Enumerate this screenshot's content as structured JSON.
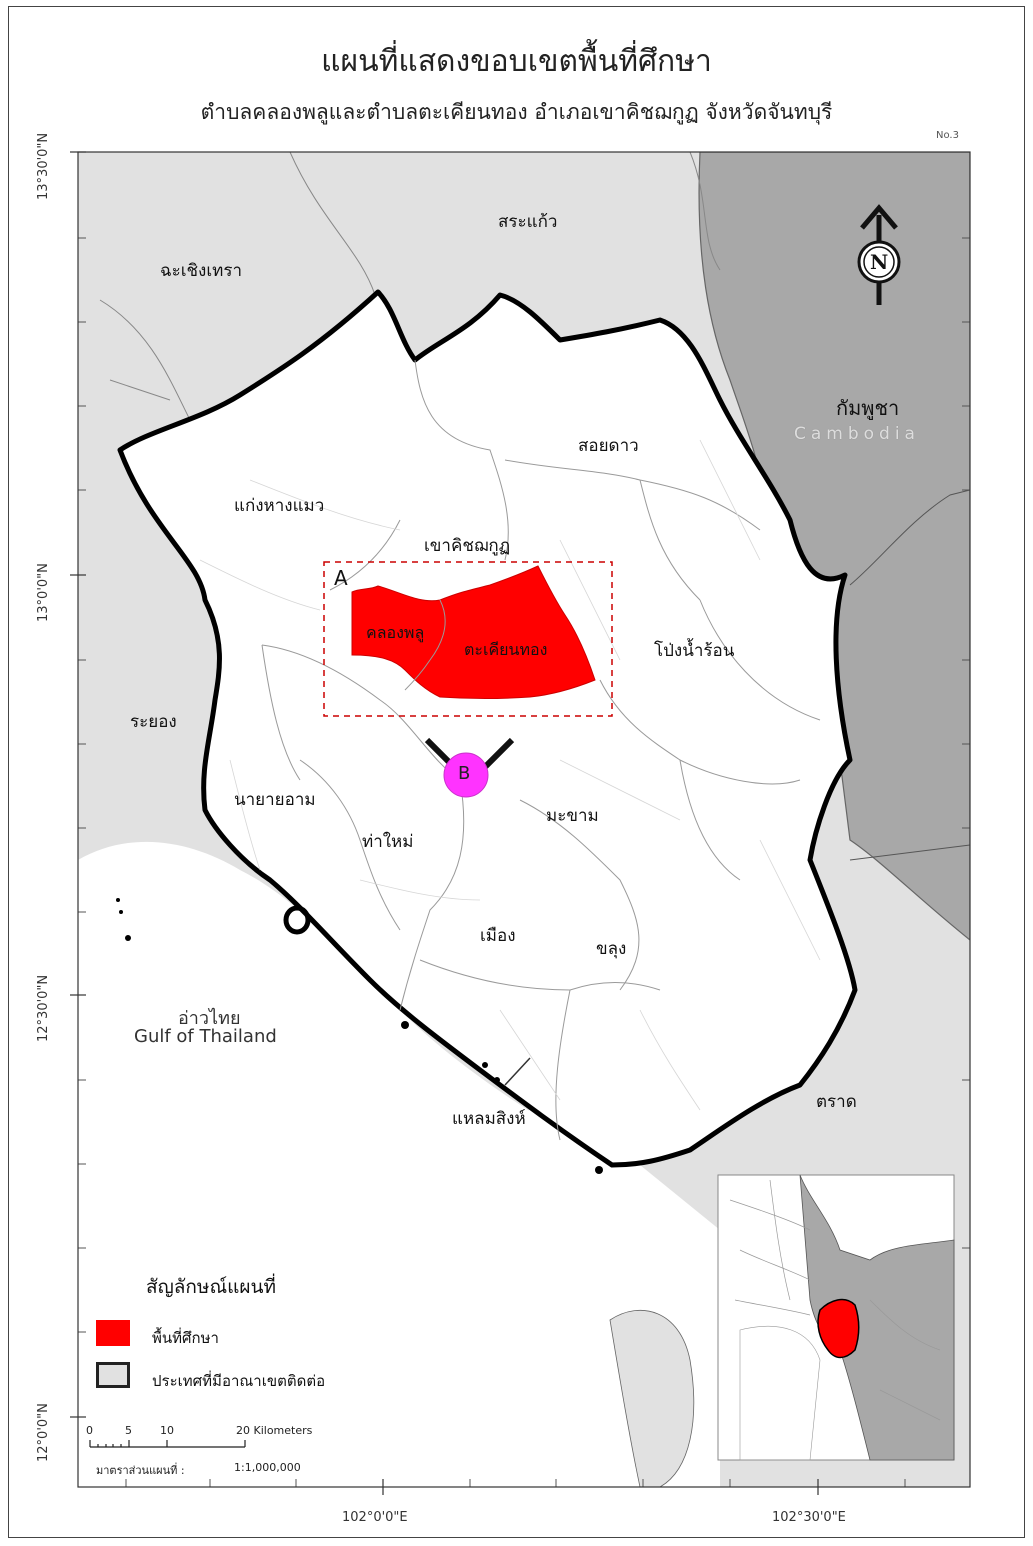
{
  "title": "แผนที่แสดงขอบเขตพื้นที่ศึกษา",
  "subtitle": "ตำบลคลองพลูและตำบลตะเคียนทอง อำเภอเขาคิชฌกูฏ จังหวัดจันทบุรี",
  "map_number": "No.3",
  "grid": {
    "lat_labels": [
      "13°30'0\"N",
      "13°0'0\"N",
      "12°30'0\"N",
      "12°0'0\"N"
    ],
    "lon_labels": [
      "102°0'0\"E",
      "102°30'0\"E"
    ]
  },
  "labels": {
    "sa_kaeo": "สระแก้ว",
    "chachoengsao": "ฉะเชิงเทรา",
    "cambodia_th": "กัมพูชา",
    "cambodia_en": "Cambodia",
    "soi_dao": "สอยดาว",
    "kaeng_hang_maeo": "แก่งหางแมว",
    "khao_khitchakut": "เขาคิชฌกูฏ",
    "khlong_phlu": "คลองพลู",
    "takhian_thong": "ตะเคียนทอง",
    "pong_nam_ron": "โป่งน้ำร้อน",
    "rayong": "ระยอง",
    "na_yai_am": "นายายอาม",
    "tha_mai": "ท่าใหม่",
    "makham": "มะขาม",
    "mueang": "เมือง",
    "khlung": "ขลุง",
    "gulf_th": "อ่าวไทย",
    "gulf_en": "Gulf of Thailand",
    "laem_sing": "แหลมสิงห์",
    "trat": "ตราด",
    "marker_a": "A",
    "marker_b": "B",
    "north": "N"
  },
  "legend": {
    "title": "สัญลักษณ์แผนที่",
    "items": [
      {
        "label": "พื้นที่ศึกษา",
        "color": "#ff0000"
      },
      {
        "label": "ประเทศที่มีอาณาเขตติดต่อ",
        "color": "#e1e1e1"
      }
    ]
  },
  "scale": {
    "ticks": [
      "0",
      "5",
      "10",
      "20 Kilometers"
    ],
    "ratio_label": "มาตราส่วนแผนที่ :",
    "ratio": "1:1,000,000"
  },
  "colors": {
    "study_area": "#ff0000",
    "neighbor_country": "#e1e1e1",
    "cambodia": "#a8a8a8",
    "province": "#ffffff",
    "marker_b": "#ff33ff"
  }
}
